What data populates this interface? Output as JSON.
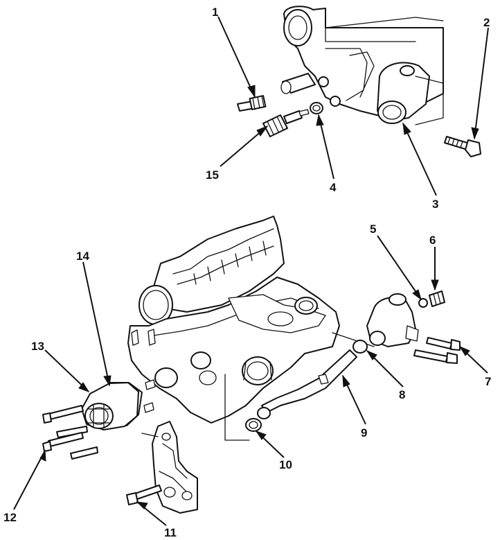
{
  "diagram": {
    "callouts": [
      {
        "id": "c1",
        "label": "1",
        "part": "temperature-sensor"
      },
      {
        "id": "c2",
        "label": "2",
        "part": "thermostat-housing-bolt"
      },
      {
        "id": "c3",
        "label": "3",
        "part": "thermostat-housing"
      },
      {
        "id": "c4",
        "label": "4",
        "part": "o-ring"
      },
      {
        "id": "c5",
        "label": "5",
        "part": "sensor-washer"
      },
      {
        "id": "c6",
        "label": "6",
        "part": "coolant-sensor"
      },
      {
        "id": "c7",
        "label": "7",
        "part": "outlet-housing-bolts"
      },
      {
        "id": "c8",
        "label": "8",
        "part": "outlet-gasket"
      },
      {
        "id": "c9",
        "label": "9",
        "part": "coolant-pipe"
      },
      {
        "id": "c10",
        "label": "10",
        "part": "pipe-o-ring"
      },
      {
        "id": "c11",
        "label": "11",
        "part": "bracket-bolt"
      },
      {
        "id": "c12",
        "label": "12",
        "part": "water-pump-bolts"
      },
      {
        "id": "c13",
        "label": "13",
        "part": "water-pump"
      },
      {
        "id": "c14",
        "label": "14",
        "part": "water-pump-gasket"
      },
      {
        "id": "c15",
        "label": "15",
        "part": "temperature-switch"
      }
    ]
  }
}
